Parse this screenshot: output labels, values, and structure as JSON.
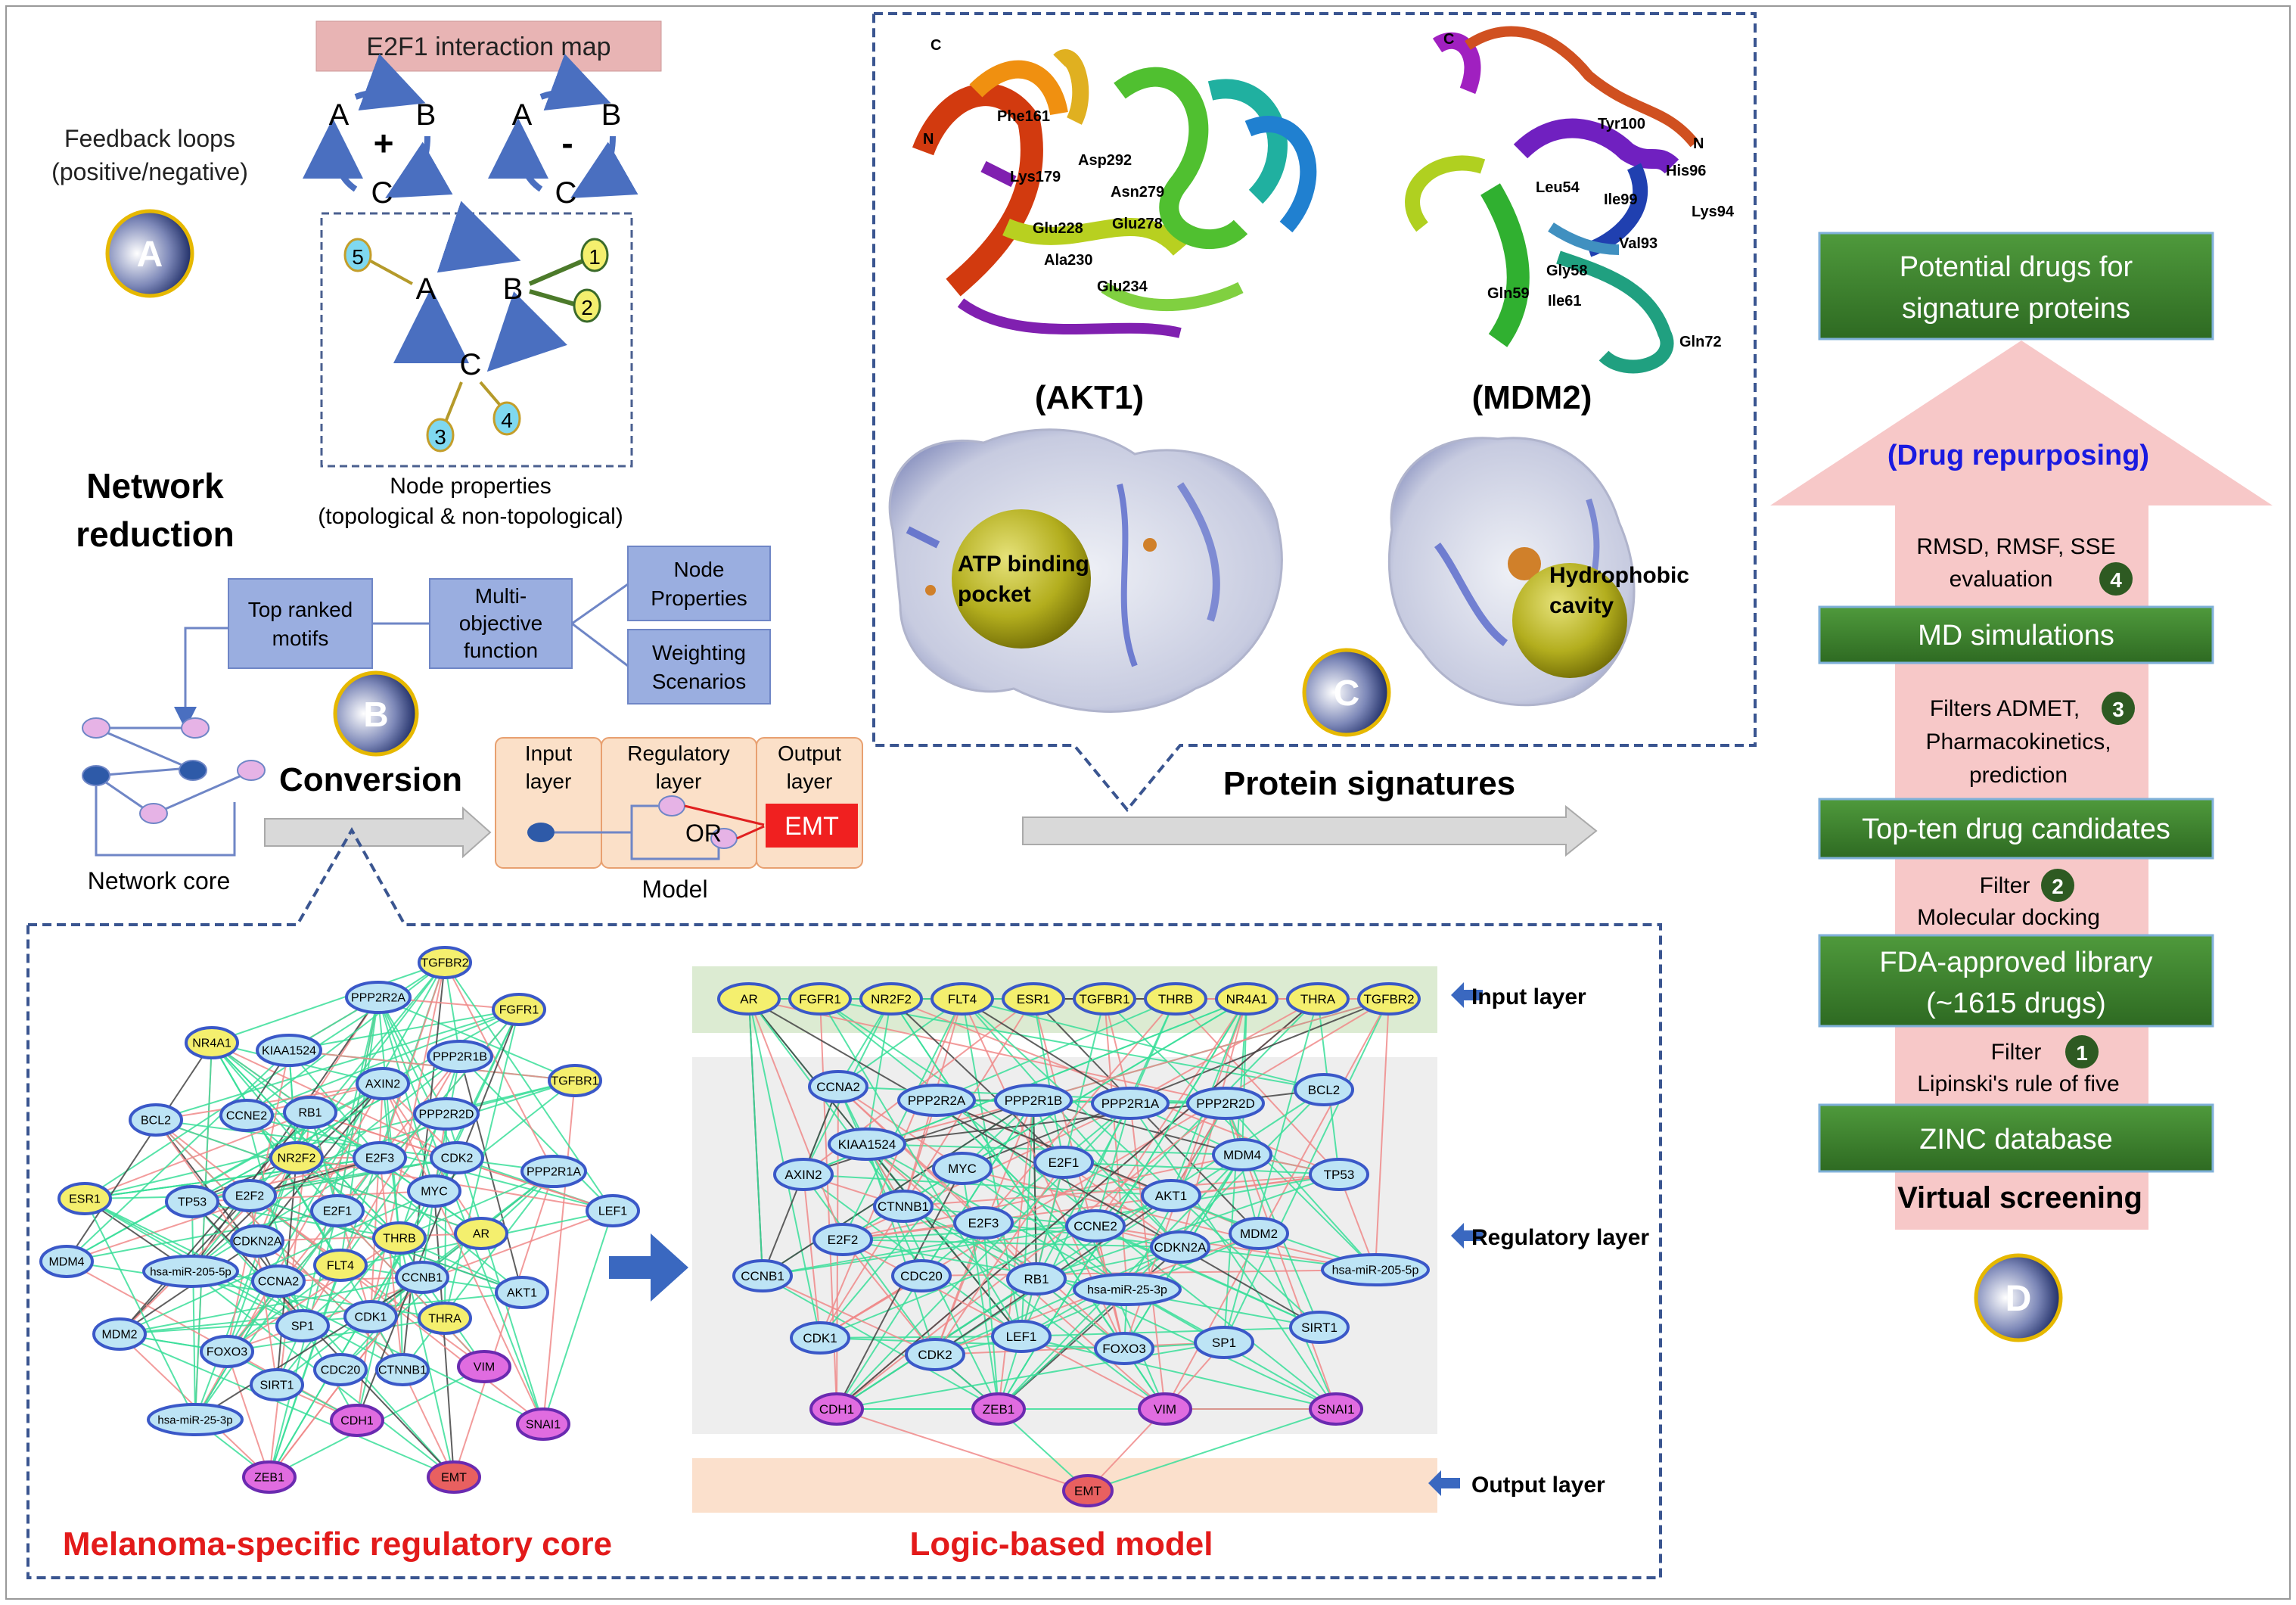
{
  "panelA": {
    "title": "E2F1 interaction map",
    "feedback_line1": "Feedback loops",
    "feedback_line2": "(positive/negative)",
    "loop_pos": {
      "a": "A",
      "b": "B",
      "c": "C",
      "sign": "+"
    },
    "loop_neg": {
      "a": "A",
      "b": "B",
      "c": "C",
      "sign": "-"
    },
    "node_a": "A",
    "node_b": "B",
    "node_c": "C",
    "n1": "1",
    "n2": "2",
    "n3": "3",
    "n4": "4",
    "n5": "5",
    "node_props_line1": "Node properties",
    "node_props_line2": "(topological & non-topological)",
    "badge": "A"
  },
  "panelB": {
    "network_reduction_1": "Network",
    "network_reduction_2": "reduction",
    "top_ranked": [
      "Top ranked",
      "motifs"
    ],
    "multi_objective": [
      "Multi-",
      "objective",
      "function"
    ],
    "node_properties": [
      "Node",
      "Properties"
    ],
    "weighting": [
      "Weighting",
      "Scenarios"
    ],
    "badge": "B",
    "conversion": "Conversion",
    "network_core": "Network core",
    "input_layer": [
      "Input",
      "layer"
    ],
    "regulatory_layer": [
      "Regulatory",
      "layer"
    ],
    "output_layer": [
      "Output",
      "layer"
    ],
    "or_label": "OR",
    "emt": "EMT",
    "model": "Model"
  },
  "panelC": {
    "akt1": "(AKT1)",
    "mdm2": "(MDM2)",
    "akt1_residues": [
      "Phe161",
      "Asp292",
      "Lys179",
      "Asn279",
      "Glu228",
      "Glu278",
      "Ala230",
      "Glu234"
    ],
    "mdm2_residues": [
      "Tyr100",
      "His96",
      "Leu54",
      "Ile99",
      "Lys94",
      "Val93",
      "Gly58",
      "Gln59",
      "Ile61",
      "Gln72"
    ],
    "term_c": "C",
    "term_n": "N",
    "atp": [
      "ATP binding",
      "pocket"
    ],
    "hydro": [
      "Hydrophobic",
      "cavity"
    ],
    "badge": "C",
    "protein_signatures": "Protein signatures"
  },
  "panelD": {
    "potential": [
      "Potential drugs for",
      "signature proteins"
    ],
    "repurposing": "(Drug repurposing)",
    "rmsd": [
      "RMSD, RMSF, SSE",
      "evaluation"
    ],
    "step4": "4",
    "md": "MD simulations",
    "admet": [
      "Filters ADMET,",
      "Pharmacokinetics,",
      "prediction"
    ],
    "step3": "3",
    "topten": "Top-ten drug candidates",
    "filter2": [
      "Filter",
      "Molecular docking"
    ],
    "step2": "2",
    "fda": [
      "FDA-approved library",
      "(~1615 drugs)"
    ],
    "filter1": [
      "Filter",
      "Lipinski's rule of five"
    ],
    "step1": "1",
    "zinc": "ZINC database",
    "virtual": "Virtual screening",
    "badge": "D"
  },
  "bottom": {
    "melanoma": "Melanoma-specific regulatory core",
    "logic": "Logic-based model",
    "input_layer": "Input layer",
    "regulatory_layer": "Regulatory layer",
    "output_layer": "Output layer",
    "core_nodes": [
      {
        "label": "TGFBR2",
        "type": "input"
      },
      {
        "label": "FGFR1",
        "type": "input"
      },
      {
        "label": "TGFBR1",
        "type": "input"
      },
      {
        "label": "NR4A1",
        "type": "input"
      },
      {
        "label": "ESR1",
        "type": "input"
      },
      {
        "label": "NR2F2",
        "type": "input"
      },
      {
        "label": "FLT4",
        "type": "input"
      },
      {
        "label": "THRB",
        "type": "input"
      },
      {
        "label": "AR",
        "type": "input"
      },
      {
        "label": "THRA",
        "type": "input"
      },
      {
        "label": "PPP2R2A",
        "type": "reg"
      },
      {
        "label": "KIAA1524",
        "type": "reg"
      },
      {
        "label": "PPP2R1B",
        "type": "reg"
      },
      {
        "label": "AXIN2",
        "type": "reg"
      },
      {
        "label": "CCNE2",
        "type": "reg"
      },
      {
        "label": "RB1",
        "type": "reg"
      },
      {
        "label": "PPP2R2D",
        "type": "reg"
      },
      {
        "label": "BCL2",
        "type": "reg"
      },
      {
        "label": "E2F3",
        "type": "reg"
      },
      {
        "label": "CDK2",
        "type": "reg"
      },
      {
        "label": "PPP2R1A",
        "type": "reg"
      },
      {
        "label": "TP53",
        "type": "reg"
      },
      {
        "label": "E2F2",
        "type": "reg"
      },
      {
        "label": "E2F1",
        "type": "reg"
      },
      {
        "label": "MYC",
        "type": "reg"
      },
      {
        "label": "CDKN2A",
        "type": "reg"
      },
      {
        "label": "LEF1",
        "type": "reg"
      },
      {
        "label": "MDM4",
        "type": "reg"
      },
      {
        "label": "hsa-miR-205-5p",
        "type": "reg"
      },
      {
        "label": "CCNA2",
        "type": "reg"
      },
      {
        "label": "CCNB1",
        "type": "reg"
      },
      {
        "label": "MDM2",
        "type": "reg"
      },
      {
        "label": "SP1",
        "type": "reg"
      },
      {
        "label": "CDK1",
        "type": "reg"
      },
      {
        "label": "AKT1",
        "type": "reg"
      },
      {
        "label": "FOXO3",
        "type": "reg"
      },
      {
        "label": "CDC20",
        "type": "reg"
      },
      {
        "label": "CTNNB1",
        "type": "reg"
      },
      {
        "label": "SIRT1",
        "type": "reg"
      },
      {
        "label": "hsa-miR-25-3p",
        "type": "reg"
      },
      {
        "label": "VIM",
        "type": "out"
      },
      {
        "label": "CDH1",
        "type": "out"
      },
      {
        "label": "SNAI1",
        "type": "out"
      },
      {
        "label": "ZEB1",
        "type": "out"
      },
      {
        "label": "EMT",
        "type": "emt"
      }
    ],
    "logic_inputs": [
      "AR",
      "FGFR1",
      "NR2F2",
      "FLT4",
      "ESR1",
      "TGFBR1",
      "THRB",
      "NR4A1",
      "THRA",
      "TGFBR2"
    ],
    "logic_reg": [
      "CCNA2",
      "PPP2R2A",
      "PPP2R1B",
      "PPP2R1A",
      "PPP2R2D",
      "BCL2",
      "KIAA1524",
      "MDM4",
      "AXIN2",
      "MYC",
      "E2F1",
      "TP53",
      "CTNNB1",
      "AKT1",
      "E2F3",
      "CCNE2",
      "MDM2",
      "E2F2",
      "CDKN2A",
      "CCNB1",
      "CDC20",
      "RB1",
      "hsa-miR-25-3p",
      "hsa-miR-205-5p",
      "CDK1",
      "CDK2",
      "LEF1",
      "FOXO3",
      "SP1",
      "SIRT1"
    ],
    "logic_out": [
      "CDH1",
      "ZEB1",
      "VIM",
      "SNAI1"
    ],
    "logic_emt": "EMT"
  },
  "colors": {
    "input_node": "#f4ef6e",
    "reg_node": "#bde4f5",
    "out_node": "#e06ce0",
    "emt_node": "#e86060",
    "green_box": "#3f7f2f",
    "blue_box": "#9aaee0",
    "title_red": "#e31a1a",
    "repurpose_blue": "#1a1ae0",
    "arrow_pink": "#f7c8c8"
  }
}
